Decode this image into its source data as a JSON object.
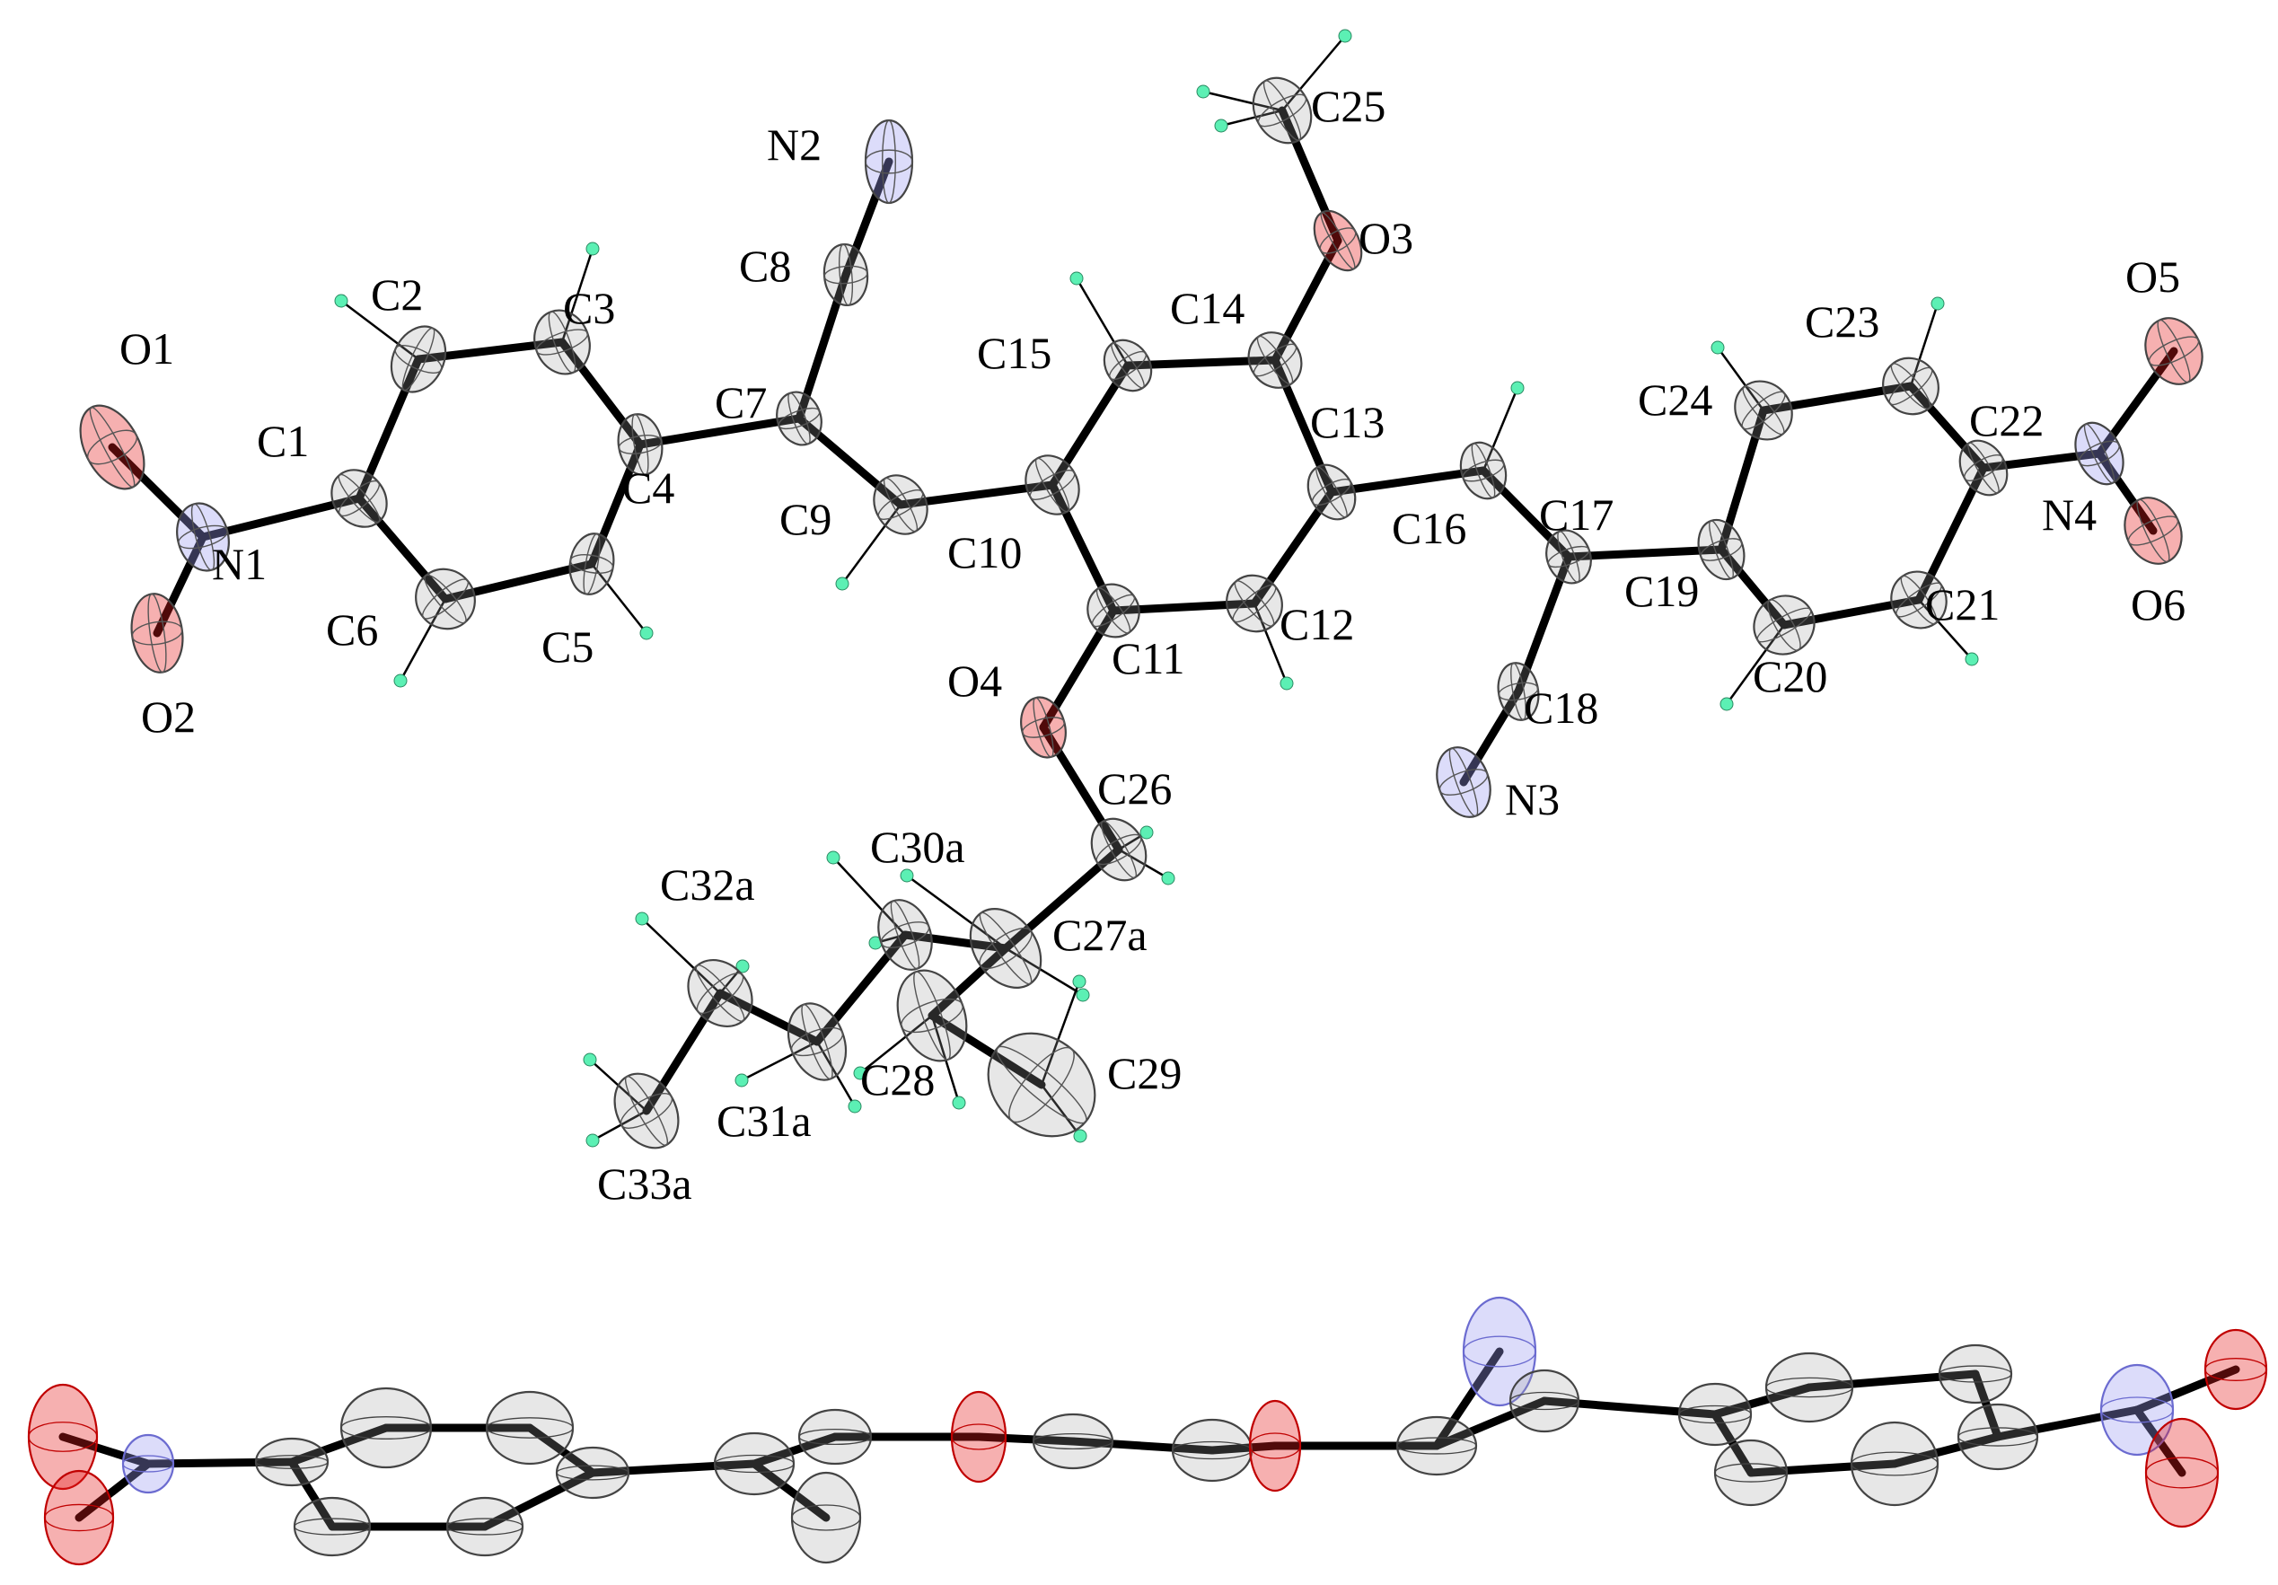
{
  "colors": {
    "C": "#a0a0a0",
    "N": "#9b9bf0",
    "O": "#e61c1c",
    "H": "#5cf0b4",
    "bond": "#000000"
  },
  "top_view": {
    "labels": {
      "O1": "O1",
      "O2": "O2",
      "N1": "N1",
      "C1": "C1",
      "C2": "C2",
      "C3": "C3",
      "C4": "C4",
      "C5": "C5",
      "C6": "C6",
      "C7": "C7",
      "C8": "C8",
      "N2": "N2",
      "C9": "C9",
      "C10": "C10",
      "C11": "C11",
      "C12": "C12",
      "C13": "C13",
      "C14": "C14",
      "C15": "C15",
      "O3": "O3",
      "C25": "C25",
      "O4": "O4",
      "C16": "C16",
      "C17": "C17",
      "C18": "C18",
      "N3": "N3",
      "C19": "C19",
      "C20": "C20",
      "C21": "C21",
      "C22": "C22",
      "C23": "C23",
      "C24": "C24",
      "N4": "N4",
      "O5": "O5",
      "O6": "O6",
      "C26": "C26",
      "C27a": "C27a",
      "C28": "C28",
      "C29": "C29",
      "C30a": "C30a",
      "C31a": "C31a",
      "C32a": "C32a",
      "C33a": "C33a"
    }
  }
}
